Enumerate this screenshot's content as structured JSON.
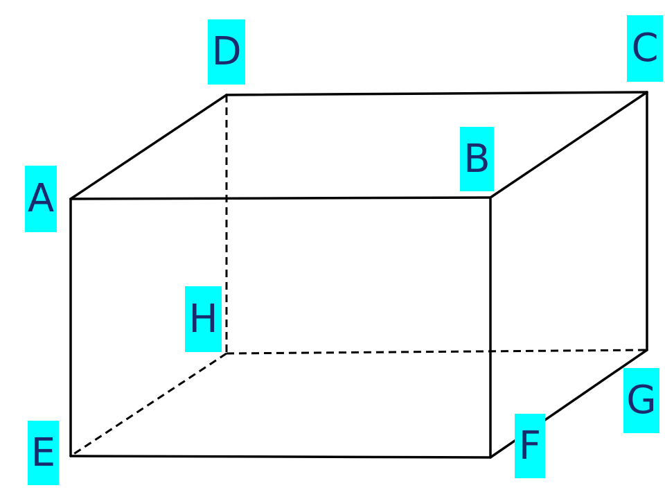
{
  "figure": {
    "vertices": [
      {
        "id": "A",
        "label": "A"
      },
      {
        "id": "B",
        "label": "B"
      },
      {
        "id": "C",
        "label": "C"
      },
      {
        "id": "D",
        "label": "D"
      },
      {
        "id": "E",
        "label": "E"
      },
      {
        "id": "F",
        "label": "F"
      },
      {
        "id": "G",
        "label": "G"
      },
      {
        "id": "H",
        "label": "H"
      }
    ],
    "visible_edges": [
      [
        "A",
        "B"
      ],
      [
        "B",
        "C"
      ],
      [
        "C",
        "D"
      ],
      [
        "D",
        "A"
      ],
      [
        "A",
        "E"
      ],
      [
        "B",
        "F"
      ],
      [
        "C",
        "G"
      ],
      [
        "E",
        "F"
      ],
      [
        "F",
        "G"
      ]
    ],
    "hidden_edges": [
      [
        "D",
        "H"
      ],
      [
        "H",
        "E"
      ],
      [
        "H",
        "G"
      ]
    ],
    "label_color": "#1a2a6c",
    "label_background": "#00ffff",
    "edge_color": "#000000"
  }
}
